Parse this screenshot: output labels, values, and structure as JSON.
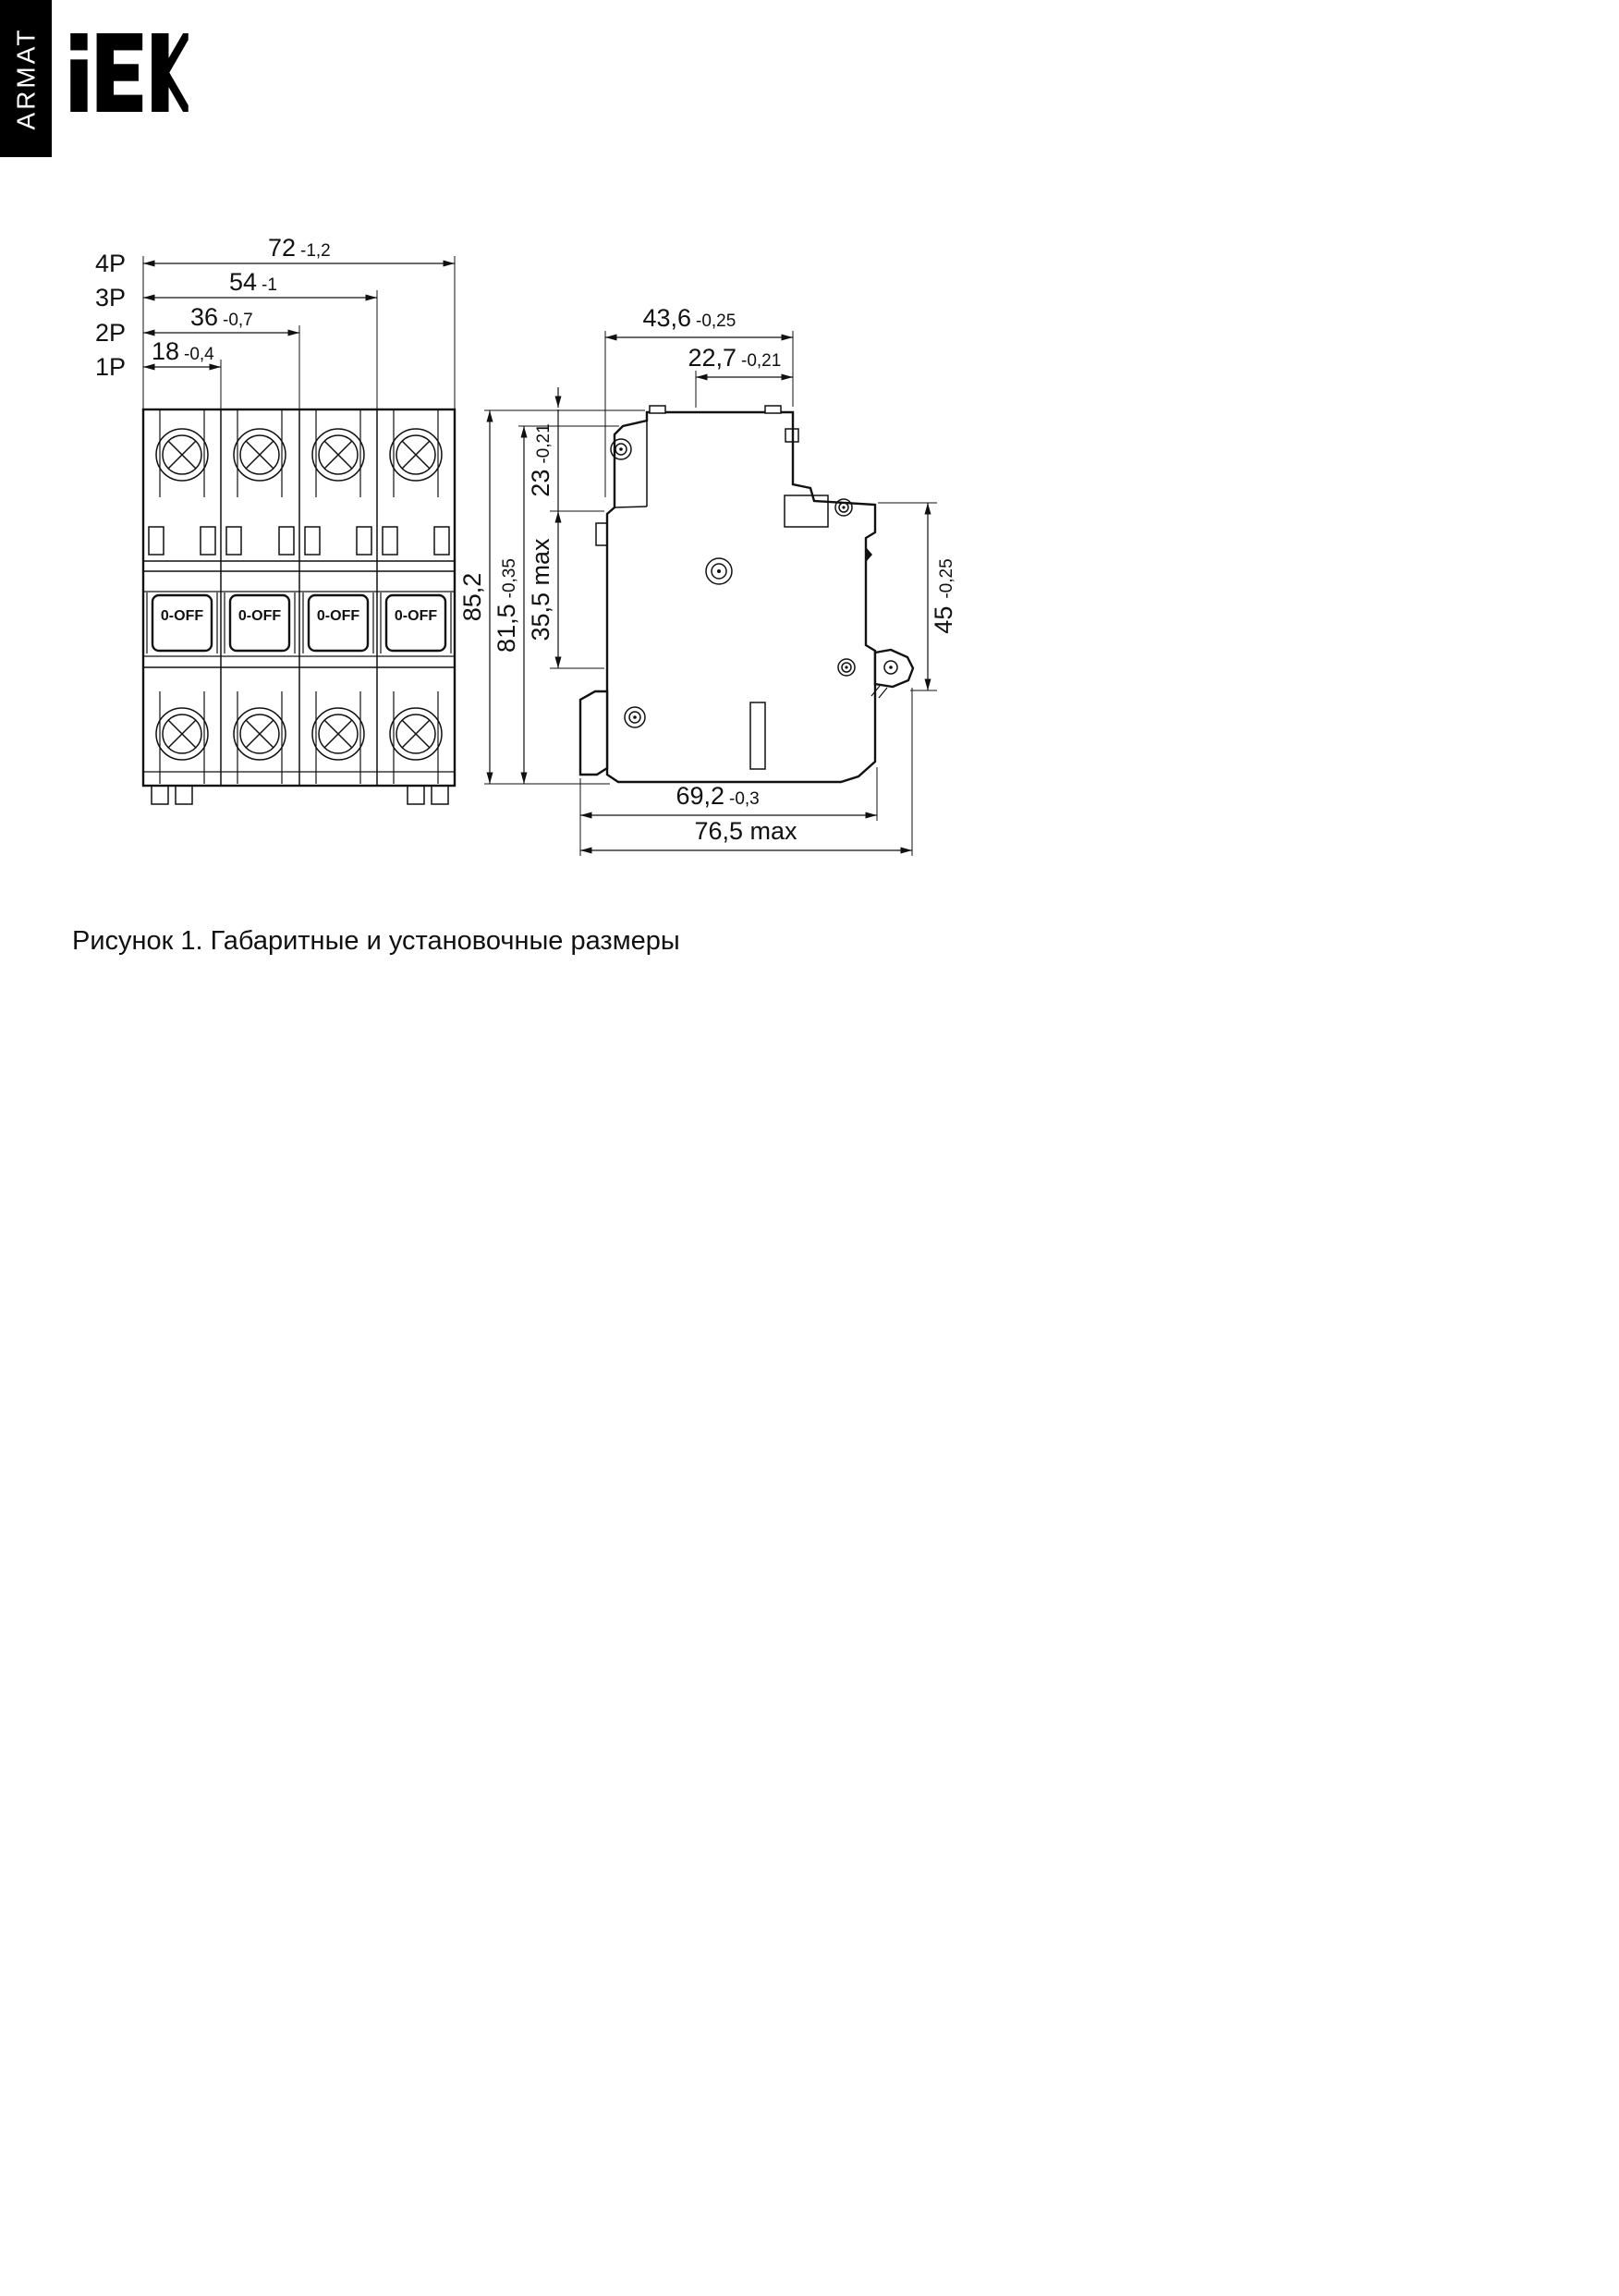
{
  "brand": {
    "vertical_label": "ARMAT",
    "logo": "IEK"
  },
  "caption": "Рисунок 1. Габаритные и установочные размеры",
  "front_view": {
    "toggle_label": "0-OFF",
    "rows": [
      {
        "pole": "4P",
        "value": "72",
        "tol": "-1,2"
      },
      {
        "pole": "3P",
        "value": "54",
        "tol": "-1"
      },
      {
        "pole": "2P",
        "value": "36",
        "tol": "-0,7"
      },
      {
        "pole": "1P",
        "value": "18",
        "tol": "-0,4"
      }
    ]
  },
  "side_view": {
    "width_top": {
      "value": "43,6",
      "tol": "-0,25"
    },
    "width_step": {
      "value": "22,7",
      "tol": "-0,21"
    },
    "depth_step": {
      "value": "23",
      "tol": "-0,21"
    },
    "front_depth": {
      "value": "35,5 max",
      "tol": ""
    },
    "height_total": {
      "value": "85,2",
      "tol": ""
    },
    "height_body": {
      "value": "81,5",
      "tol": "-0,35"
    },
    "din_span": {
      "value": "45",
      "tol": "-0,25"
    },
    "width_bottom": {
      "value": "69,2",
      "tol": "-0,3"
    },
    "width_bottom_max": {
      "value": "76,5 max",
      "tol": ""
    }
  }
}
